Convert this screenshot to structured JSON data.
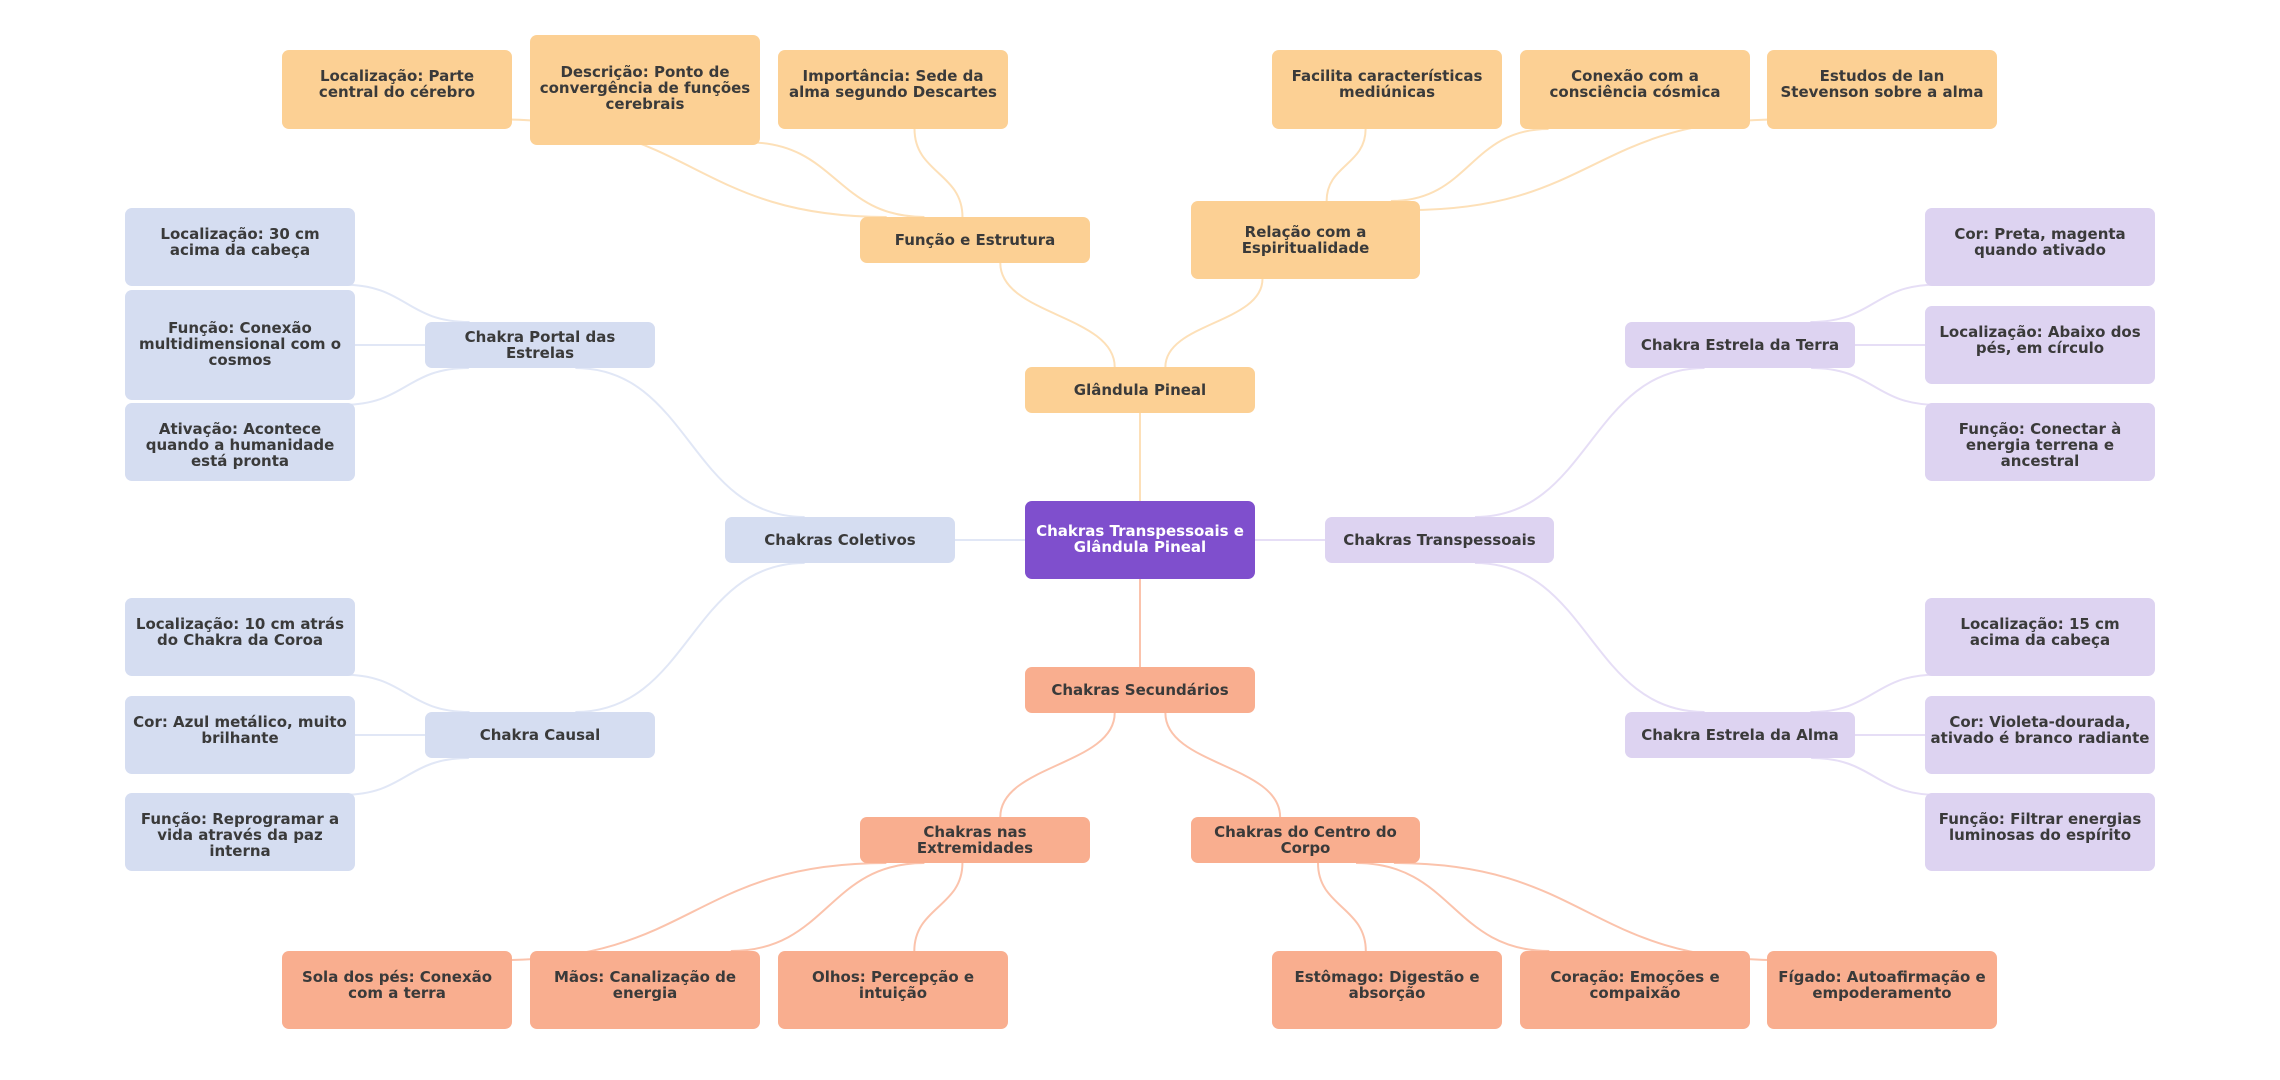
{
  "title": "Chakras Transpessoais e Glândula Pineal",
  "colors": {
    "root": "#7f4fcd",
    "pineal": "#fcd094",
    "coletivos": "#d5ddf1",
    "transpessoais": "#ddd3f1",
    "secundarios": "#f9ae8f",
    "text": "#3a3a3a"
  },
  "nodes": {
    "root": "Chakras Transpessoais e Glândula Pineal",
    "pineal": "Glândula Pineal",
    "funcao_estrutura": "Função e Estrutura",
    "pineal_localizacao": "Localização: Parte central do cérebro",
    "pineal_descricao": "Descrição: Ponto de convergência de funções cerebrais",
    "pineal_importancia": "Importância: Sede da alma segundo Descartes",
    "espiritualidade": "Relação com a Espiritualidade",
    "mediunicas": "Facilita características mediúnicas",
    "consciencia_cosmica": "Conexão com a consciência cósmica",
    "stevenson": "Estudos de Ian Stevenson sobre a alma",
    "coletivos": "Chakras Coletivos",
    "portal": "Chakra Portal das Estrelas",
    "portal_localizacao": "Localização: 30 cm acima da cabeça",
    "portal_funcao": "Função: Conexão multidimensional com o cosmos",
    "portal_ativacao": "Ativação: Acontece quando a humanidade está pronta",
    "causal": "Chakra Causal",
    "causal_localizacao": "Localização: 10 cm atrás do Chakra da Coroa",
    "causal_cor": "Cor: Azul metálico, muito brilhante",
    "causal_funcao": "Função: Reprogramar a vida através da paz interna",
    "transpessoais": "Chakras Transpessoais",
    "terra": "Chakra Estrela da Terra",
    "terra_cor": "Cor: Preta, magenta quando ativado",
    "terra_localizacao": "Localização: Abaixo dos pés, em círculo",
    "terra_funcao": "Função: Conectar à energia terrena e ancestral",
    "alma": "Chakra Estrela da Alma",
    "alma_localizacao": "Localização: 15 cm acima da cabeça",
    "alma_cor": "Cor: Violeta-dourada, ativado é branco radiante",
    "alma_funcao": "Função: Filtrar energias luminosas do espírito",
    "secundarios": "Chakras Secundários",
    "extremidades": "Chakras nas Extremidades",
    "sola": "Sola dos pés: Conexão com a terra",
    "maos": "Mãos: Canalização de energia",
    "olhos": "Olhos: Percepção e intuição",
    "centro": "Chakras do Centro do Corpo",
    "estomago": "Estômago: Digestão e absorção",
    "coracao": "Coração: Emoções e compaixão",
    "figado": "Fígado: Autoafirmação e empoderamento"
  },
  "edges": [
    [
      "root",
      "pineal"
    ],
    [
      "root",
      "coletivos"
    ],
    [
      "root",
      "transpessoais"
    ],
    [
      "root",
      "secundarios"
    ],
    [
      "pineal",
      "funcao_estrutura"
    ],
    [
      "pineal",
      "espiritualidade"
    ],
    [
      "funcao_estrutura",
      "pineal_localizacao"
    ],
    [
      "funcao_estrutura",
      "pineal_descricao"
    ],
    [
      "funcao_estrutura",
      "pineal_importancia"
    ],
    [
      "espiritualidade",
      "mediunicas"
    ],
    [
      "espiritualidade",
      "consciencia_cosmica"
    ],
    [
      "espiritualidade",
      "stevenson"
    ],
    [
      "coletivos",
      "portal"
    ],
    [
      "coletivos",
      "causal"
    ],
    [
      "portal",
      "portal_localizacao"
    ],
    [
      "portal",
      "portal_funcao"
    ],
    [
      "portal",
      "portal_ativacao"
    ],
    [
      "causal",
      "causal_localizacao"
    ],
    [
      "causal",
      "causal_cor"
    ],
    [
      "causal",
      "causal_funcao"
    ],
    [
      "transpessoais",
      "terra"
    ],
    [
      "transpessoais",
      "alma"
    ],
    [
      "terra",
      "terra_cor"
    ],
    [
      "terra",
      "terra_localizacao"
    ],
    [
      "terra",
      "terra_funcao"
    ],
    [
      "alma",
      "alma_localizacao"
    ],
    [
      "alma",
      "alma_cor"
    ],
    [
      "alma",
      "alma_funcao"
    ],
    [
      "secundarios",
      "extremidades"
    ],
    [
      "secundarios",
      "centro"
    ],
    [
      "extremidades",
      "sola"
    ],
    [
      "extremidades",
      "maos"
    ],
    [
      "extremidades",
      "olhos"
    ],
    [
      "centro",
      "estomago"
    ],
    [
      "centro",
      "coracao"
    ],
    [
      "centro",
      "figado"
    ]
  ]
}
